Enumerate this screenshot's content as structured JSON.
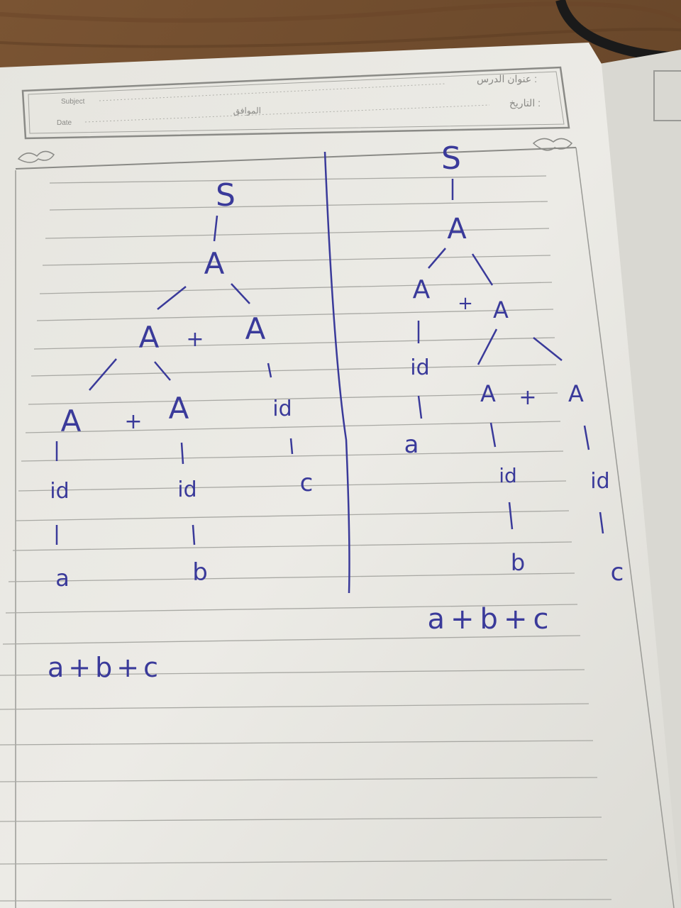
{
  "header": {
    "lesson_title_label": "عنوان الدرس :",
    "date_label_ar": "التاريخ :",
    "day_label_ar": "الموافق",
    "subject_label": "Subject",
    "date_label": "Date"
  },
  "left_tree": {
    "root": "S",
    "level1": "A",
    "level2": [
      "A",
      "+",
      "A"
    ],
    "level3": [
      "A",
      "+",
      "A",
      "id"
    ],
    "level4_leaf_c": "c",
    "ids": [
      "id",
      "id"
    ],
    "leaves": [
      "a",
      "b"
    ]
  },
  "right_tree": {
    "root": "S",
    "level1": "A",
    "level2": [
      "A",
      "+",
      "A"
    ],
    "left_id": "id",
    "left_leaf": "a",
    "level3": [
      "A",
      "+",
      "A"
    ],
    "ids": [
      "id",
      "id"
    ],
    "leaves": [
      "b",
      "c"
    ]
  },
  "expressions": {
    "left": "a+b+c",
    "right": "a+b+c"
  },
  "colors": {
    "ink": "#3a3a9a",
    "paper": "#ecebe6",
    "table": "#6b4a2e"
  }
}
